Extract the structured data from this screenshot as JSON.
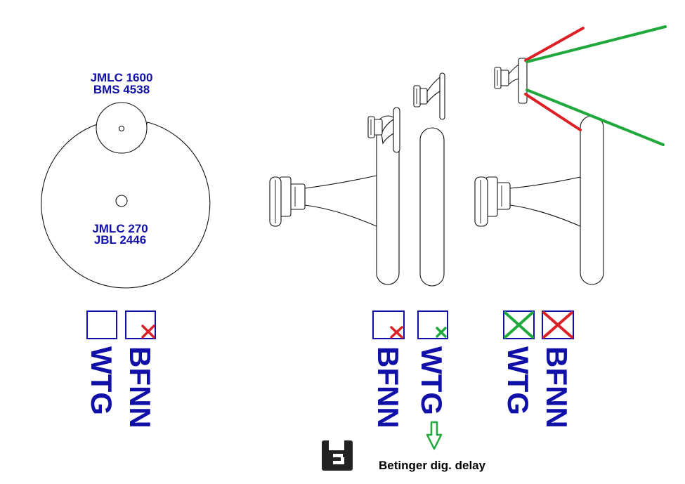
{
  "labels": {
    "top_driver_line1": "JMLC 1600",
    "top_driver_line2": "BMS 4538",
    "main_driver_line1": "JMLC 270",
    "main_driver_line2": "JBL 2446",
    "caption": "Betinger dig. delay"
  },
  "checkbox_groups": [
    {
      "items": [
        {
          "label": "WTG",
          "mark": "none"
        },
        {
          "label": "BFNN",
          "mark": "small-red-x"
        }
      ]
    },
    {
      "items": [
        {
          "label": "BFNN",
          "mark": "small-red-x"
        },
        {
          "label": "WTG",
          "mark": "small-green-x"
        }
      ]
    },
    {
      "items": [
        {
          "label": "WTG",
          "mark": "big-green-x"
        },
        {
          "label": "BFNN",
          "mark": "big-red-x"
        }
      ]
    }
  ],
  "colors": {
    "label_blue": "#1010a8",
    "mark_red": "#dd1f26",
    "mark_green": "#1fa83c"
  },
  "icons": {
    "logo": "delay-unit-logo-icon",
    "arrow": "down-arrow-icon"
  }
}
